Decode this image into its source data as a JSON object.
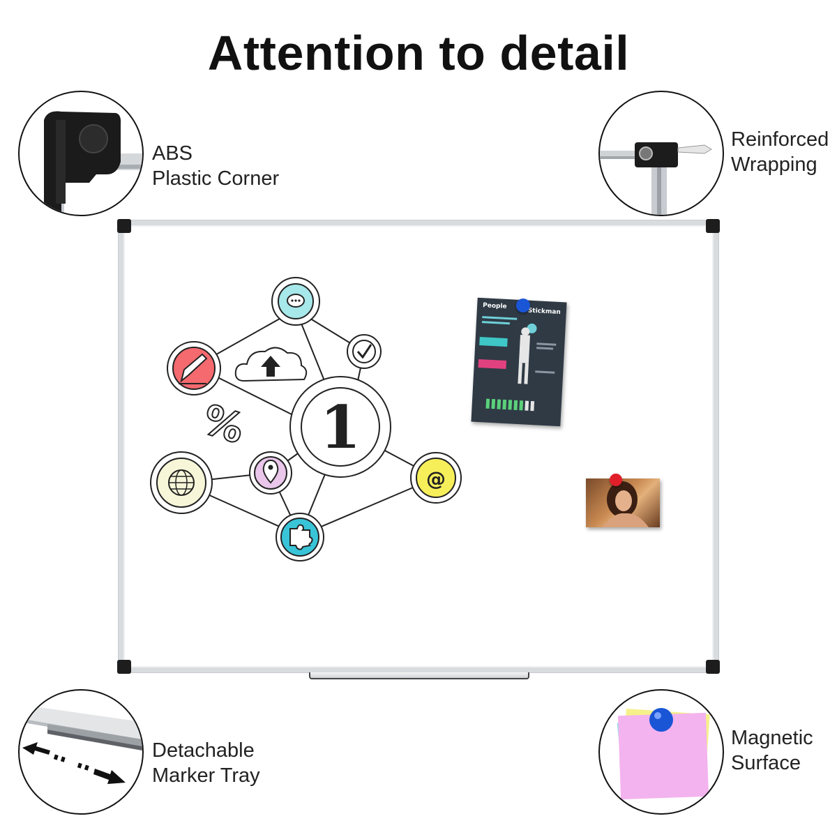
{
  "title": "Attention to detail",
  "callouts": {
    "top_left": {
      "line1": "ABS",
      "line2": "Plastic Corner"
    },
    "top_right": {
      "line1": "Reinforced",
      "line2": "Wrapping"
    },
    "bottom_left": {
      "line1": "Detachable",
      "line2": "Marker Tray"
    },
    "bottom_right": {
      "line1": "Magnetic",
      "line2": "Surface"
    }
  },
  "board": {
    "drawing_number": "1",
    "poster": {
      "left_heading": "People",
      "right_heading": "Stickman"
    }
  },
  "colors": {
    "frame": "#d9dcdf",
    "corner": "#1d1d1d",
    "magnet_blue": "#1a55d6",
    "magnet_red": "#e01f2a",
    "poster_bg": "#2f3a45"
  },
  "icons": [
    "chat-icon",
    "check-icon",
    "pencil-icon",
    "cloud-upload-icon",
    "percent-icon",
    "globe-icon",
    "location-pin-icon",
    "puzzle-icon",
    "at-sign-icon"
  ]
}
